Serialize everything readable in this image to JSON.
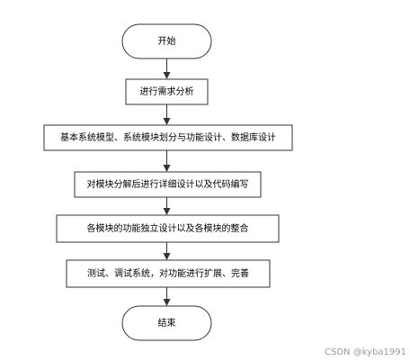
{
  "flowchart": {
    "start": "开始",
    "steps": [
      "进行需求分析",
      "基本系统模型、系统模块划分与功能设计、数据库设计",
      "对模块分解后进行详细设计以及代码编写",
      "各模块的功能独立设计以及各模块的整合",
      "测试、调试系统，对功能进行扩展、完善"
    ],
    "end": "结束"
  },
  "watermark": "CSDN @kyba1991"
}
